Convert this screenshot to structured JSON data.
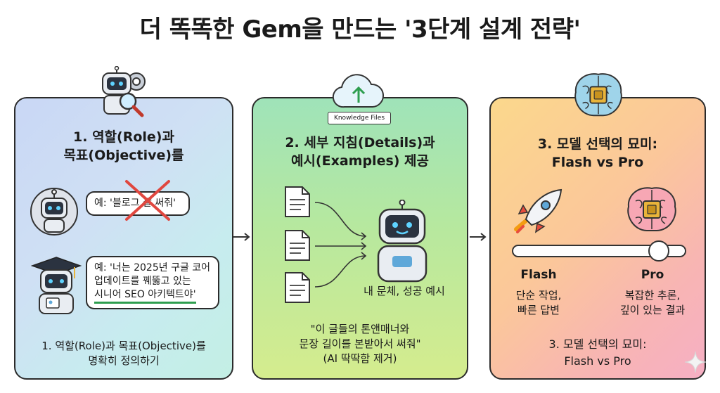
{
  "page_title": "더 똑똑한 Gem을 만드는 '3단계 설계 전략'",
  "panel1": {
    "heading_line1": "1. 역할(Role)과",
    "heading_line2": "목표(Objective)를",
    "bad_example": "예: '블로그 잘 써줘'",
    "good_example_line1": "예: '너는 2025년 구글 코어",
    "good_example_line2": "업데이트를 꿰뚫고 있는",
    "good_example_line3": "시니어 SEO 아키텍트야'",
    "caption_line1": "1. 역할(Role)과 목표(Objective)를",
    "caption_line2": "명확히 정의하기"
  },
  "panel2": {
    "badge": "Knowledge Files",
    "heading_line1": "2. 세부 지침(Details)과",
    "heading_line2": "예시(Examples) 제공",
    "robot_caption": "내 문체, 성공 예시",
    "quote_line1": "\"이 글들의 톤앤매너와",
    "quote_line2": "문장 길이를 본받아서 써줘\"",
    "quote_line3": "(AI 딱딱함 제거)"
  },
  "panel3": {
    "heading_line1": "3. 모델 선택의 묘미:",
    "heading_line2": "Flash vs Pro",
    "flash_label": "Flash",
    "pro_label": "Pro",
    "flash_desc_line1": "단순 작업,",
    "flash_desc_line2": "빠른 답변",
    "pro_desc_line1": "복잡한 추론,",
    "pro_desc_line2": "깊이 있는 결과",
    "footer_line1": "3. 모델 선택의 묘미:",
    "footer_line2": "Flash vs Pro",
    "slider_position": 0.85
  },
  "colors": {
    "accent_green": "#2e9e4f",
    "cross_red": "#e0473f",
    "chip_gold": "#e9b43a"
  }
}
